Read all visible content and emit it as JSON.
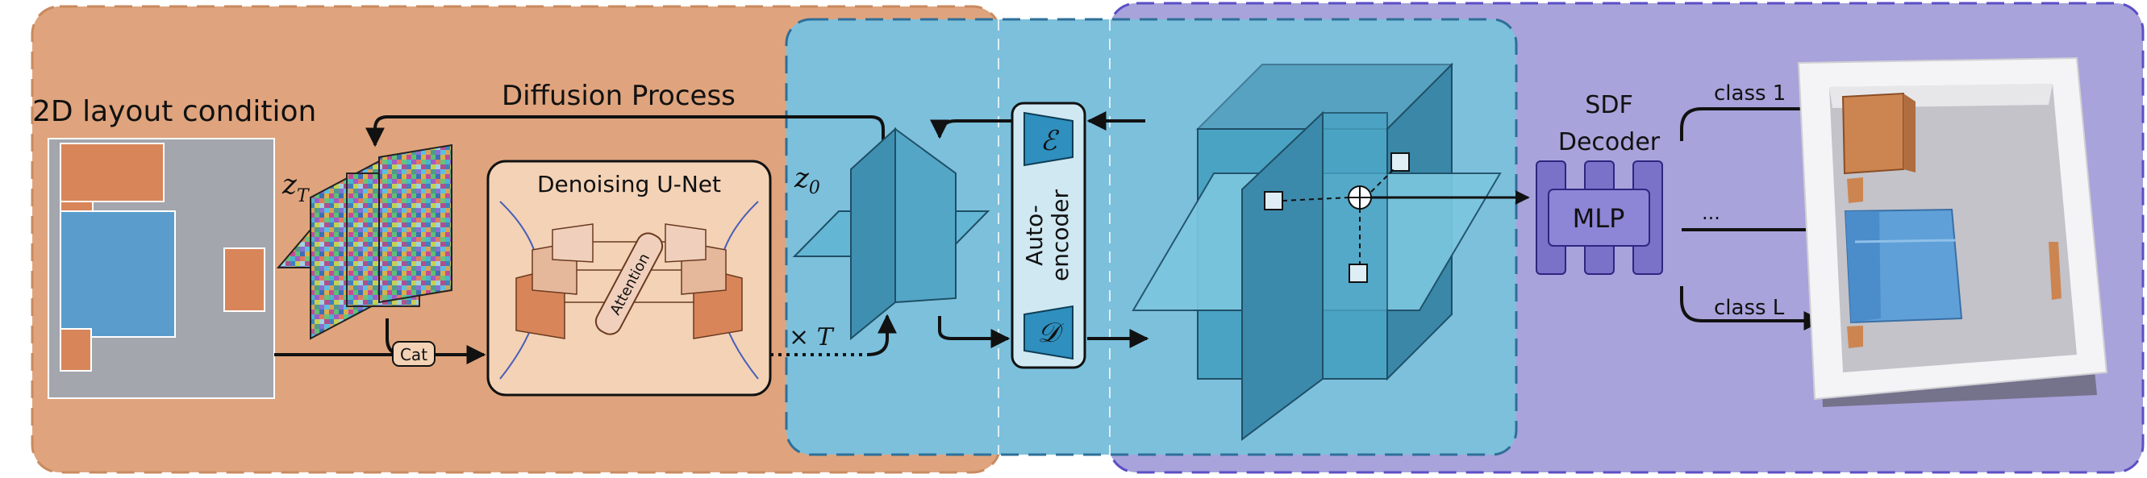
{
  "labels": {
    "layout_condition": "2D layout condition",
    "diffusion_process": "Diffusion Process",
    "denoising_unet": "Denoising U-Net",
    "attention": "Attention",
    "cat": "Cat",
    "z_t_main": "z",
    "z_t_sub": "T",
    "z_0_main": "z",
    "z_0_sub": "0",
    "times_t": "× T",
    "autoencoder_line1": "Auto-",
    "autoencoder_line2": "encoder",
    "encoder_symbol": "ℰ",
    "decoder_symbol": "𝒟",
    "sdf_decoder_line1": "SDF",
    "sdf_decoder_line2": "Decoder",
    "mlp": "MLP",
    "class_1": "class 1",
    "ellipsis": "...",
    "class_l": "class L"
  },
  "colors": {
    "diffusion_bg": "#dfa47d",
    "latent_bg": "#7cc0dc",
    "decoder_bg": "#a8a3db",
    "layout_floor": "#a3a6ad",
    "layout_blue": "#5a9dcc",
    "layout_orange": "#d8855a",
    "plane_blue": "#4aa3c3",
    "mlp_purple": "#7a72c8"
  }
}
